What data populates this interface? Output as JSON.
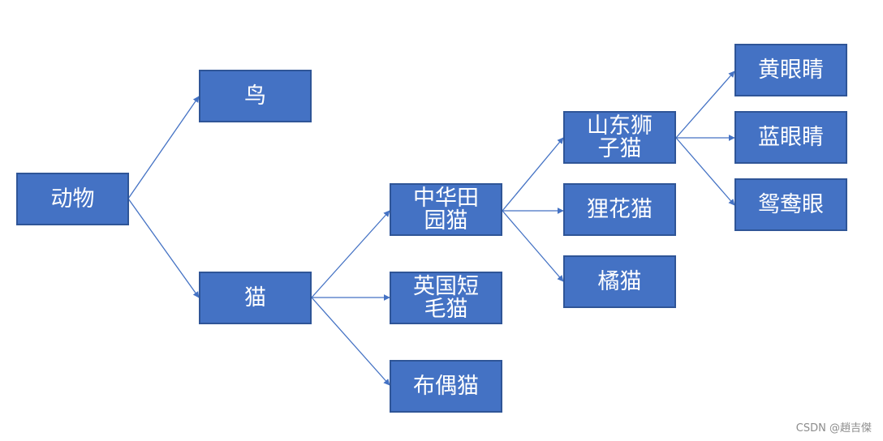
{
  "diagram": {
    "nodes": {
      "animal": "动物",
      "bird": "鸟",
      "cat": "猫",
      "chinese_cat": "中华田园猫",
      "british_cat": "英国短毛猫",
      "ragdoll": "布偶猫",
      "shandong_lion_cat": "山东狮子猫",
      "li_hua_cat": "狸花猫",
      "orange_cat": "橘猫",
      "yellow_eyes": "黄眼睛",
      "blue_eyes": "蓝眼睛",
      "odd_eyes": "鸳鸯眼"
    },
    "colors": {
      "node_fill": "#4472c4",
      "node_border": "#2f5597",
      "node_text": "#ffffff",
      "connector": "#4472c4"
    }
  },
  "watermark": "CSDN @趙吉傑"
}
